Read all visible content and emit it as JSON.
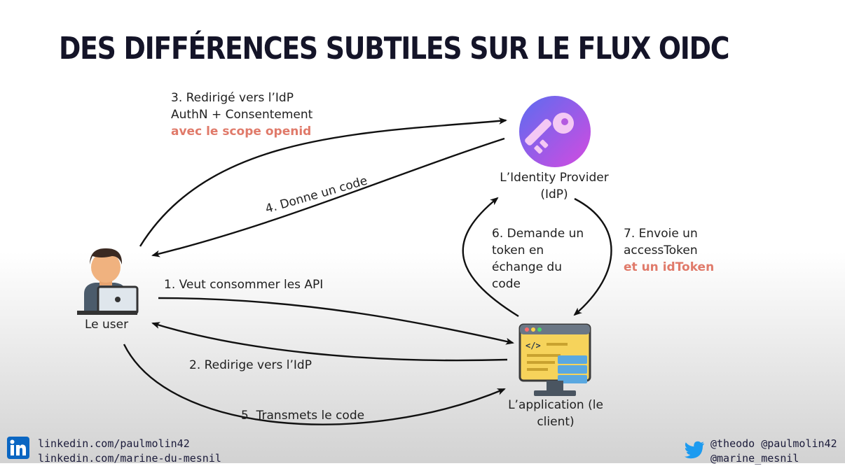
{
  "slide": {
    "title": "DES DIFFÉRENCES SUBTILES SUR LE FLUX OIDC"
  },
  "nodes": {
    "user": {
      "label": "Le user",
      "icon": "user-laptop-icon"
    },
    "idp": {
      "label_line1": "L’Identity Provider",
      "label_line2": "(IdP)",
      "icon": "key-icon"
    },
    "app": {
      "label_line1": "L’application (le",
      "label_line2": "client)",
      "icon": "application-window-icon"
    }
  },
  "steps": {
    "step1": {
      "text": "1. Veut consommer les API"
    },
    "step2": {
      "text": "2. Redirige vers l’IdP"
    },
    "step3": {
      "line1": "3. Redirigé vers l’IdP",
      "line2": "AuthN + Consentement",
      "highlight": "avec le scope openid"
    },
    "step4": {
      "text": "4. Donne un code"
    },
    "step5": {
      "text": "5. Transmets le code"
    },
    "step6": {
      "line1": "6. Demande un",
      "line2": "token en",
      "line3": "échange du",
      "line4": "code"
    },
    "step7": {
      "line1": "7. Envoie un",
      "line2": "accessToken",
      "highlight": "et un idToken"
    }
  },
  "footer": {
    "linkedin_1": "linkedin.com/paulmolin42",
    "linkedin_2": "linkedin.com/marine-du-mesnil",
    "twitter_1": "@theodo @paulmolin42",
    "twitter_2": "@marine_mesnil",
    "linkedin_icon": "linkedin-icon",
    "twitter_icon": "twitter-bird-icon"
  },
  "colors": {
    "highlight": "#e07a6a",
    "title": "#141428",
    "key_gradient_start": "#5b6cf0",
    "key_gradient_end": "#d44be0",
    "window_yellow": "#f6d35b",
    "window_blue": "#5aa8e0",
    "linkedin": "#0a66c2",
    "twitter": "#1d9bf0"
  }
}
